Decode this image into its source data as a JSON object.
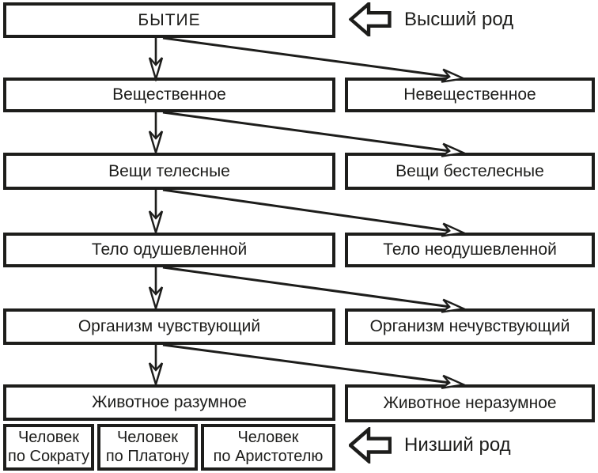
{
  "diagram": {
    "colors": {
      "ink": "#1d1d1b",
      "background": "#ffffff"
    },
    "root": {
      "label": "БЫТИЕ"
    },
    "levels": [
      {
        "left": "Вещественное",
        "right": "Невещественное"
      },
      {
        "left": "Вещи телесные",
        "right": "Вещи бестелесные"
      },
      {
        "left": "Тело одушевленной",
        "right": "Тело неодушевленной"
      },
      {
        "left": "Организм чувствующий",
        "right": "Организм нечувствующий"
      },
      {
        "left": "Животное разумное",
        "right": "Животное неразумное"
      }
    ],
    "species_cells": [
      {
        "line1": "Человек",
        "line2": "по Сократу"
      },
      {
        "line1": "Человек",
        "line2": "по Платону"
      },
      {
        "line1": "Человек",
        "line2": "по Аристотелю"
      }
    ],
    "annotations": {
      "top_label": "Высший род",
      "bottom_label": "Низший род"
    }
  }
}
